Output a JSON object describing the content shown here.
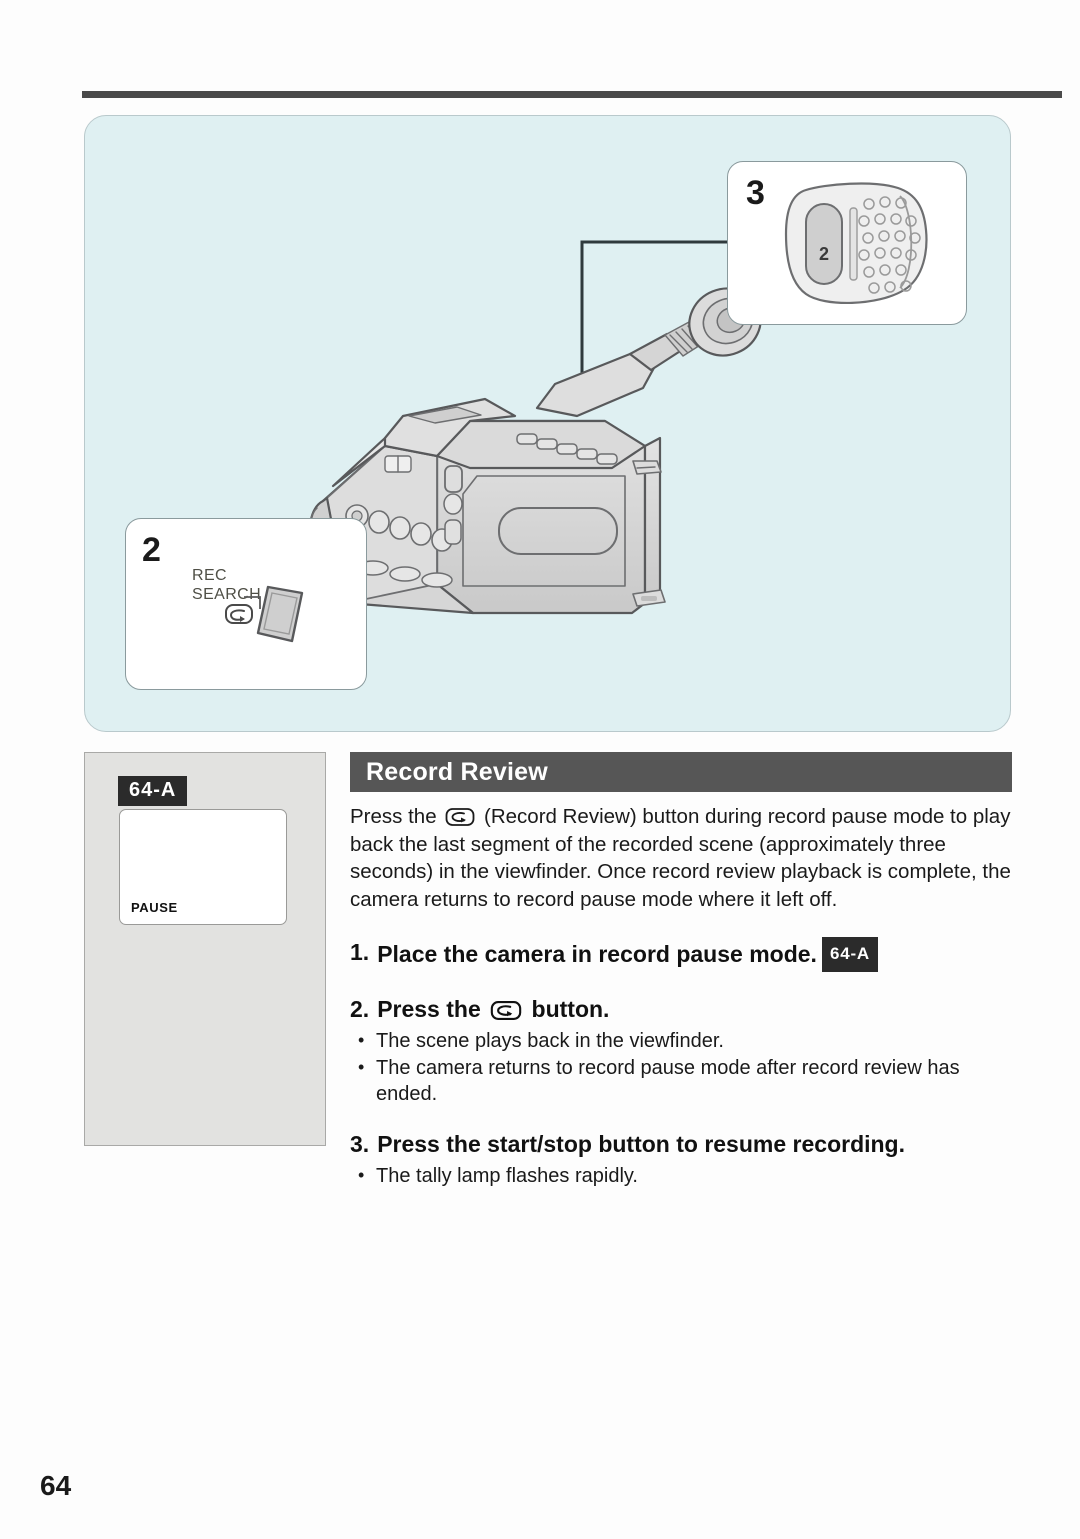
{
  "page": {
    "number": "64"
  },
  "illustration": {
    "callout_3": {
      "number": "3",
      "button_label": "2"
    },
    "callout_2": {
      "number": "2",
      "label_line1": "REC",
      "label_line2": "SEARCH"
    }
  },
  "sidebar": {
    "badge": "64-A",
    "viewfinder_status": "PAUSE"
  },
  "section": {
    "title": "Record Review",
    "intro": "Press the  (Record Review) button during record pause mode to play back the last segment of the recorded scene (approximately three seconds) in the viewfinder. Once record review playback is complete, the camera returns to record pause mode where it left off.",
    "intro_before_icon": "Press the",
    "intro_after_icon": "(Record Review) button during record pause mode to play back the last segment of the recorded scene (approximately three seconds) in the viewfinder. Once record review playback is complete, the camera returns to record pause mode where it left off."
  },
  "steps": [
    {
      "number": "1.",
      "text": "Place the camera in record pause mode.",
      "badge": "64-A",
      "bullets": []
    },
    {
      "number": "2.",
      "text_before_icon": "Press the",
      "text_after_icon": "button.",
      "bullets": [
        "The scene plays back in the viewfinder.",
        "The camera returns to record pause mode after record review has ended."
      ]
    },
    {
      "number": "3.",
      "text": "Press the start/stop button to resume recording.",
      "bullets": [
        "The tally lamp flashes rapidly."
      ]
    }
  ],
  "colors": {
    "illustration_bg": "#dff0f2",
    "section_bar": "#565656",
    "badge_bg": "#2b2b2b",
    "sidebar_bg": "#e2e2e0",
    "rule": "#4a4a4a"
  }
}
